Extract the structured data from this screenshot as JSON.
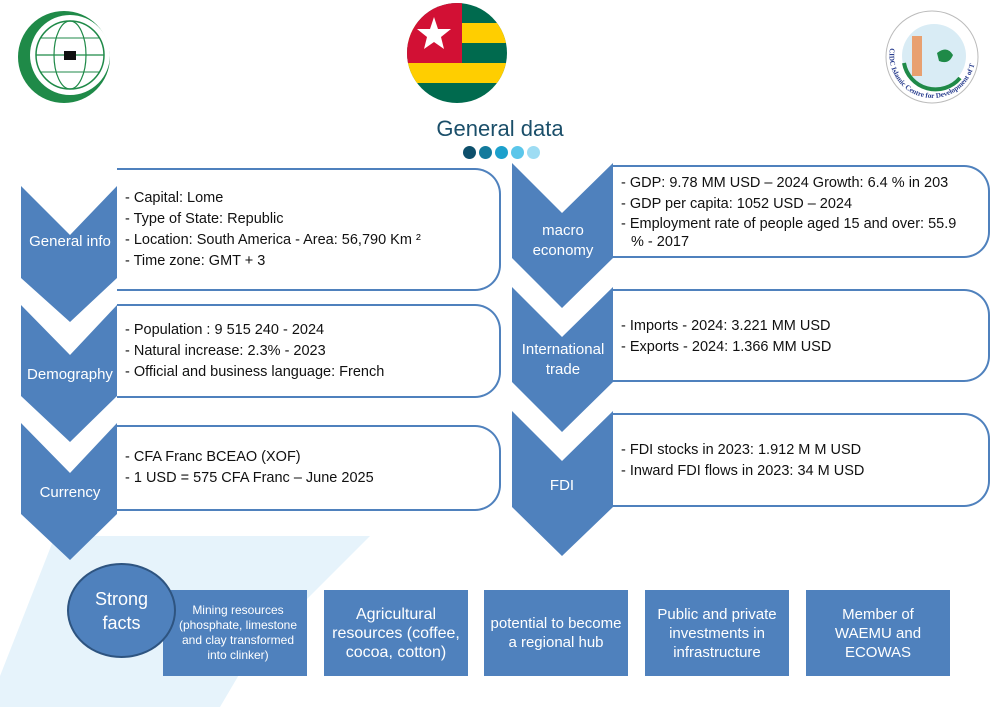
{
  "header": {
    "title": "General data",
    "flag": "togo-flag",
    "logos": [
      "oic-logo",
      "cidc-logo"
    ],
    "cidc_logo_text": "CIDC Islamic Centre for Development of Trade"
  },
  "colors": {
    "accent": "#4f81bd",
    "dots": [
      "#0d4f6b",
      "#137a9c",
      "#1ca0cc",
      "#5bc6ea",
      "#9ddcf3"
    ]
  },
  "left": [
    {
      "label": "General info",
      "lines": [
        "- Capital: Lome",
        "- Type of State: Republic",
        "- Location: South America - Area: 56,790 Km ²",
        "- Time zone: GMT + 3"
      ]
    },
    {
      "label": "Demography",
      "lines": [
        "- Population : 9 515 240 - 2024",
        "- Natural increase: 2.3% - 2023",
        "- Official and business language: French"
      ]
    },
    {
      "label": "Currency",
      "lines": [
        "- CFA Franc BCEAO (XOF)",
        "- 1 USD = 575 CFA Franc – June 2025"
      ]
    }
  ],
  "right": [
    {
      "label": "macro economy",
      "lines": [
        "- GDP: 9.78 MM USD – 2024 Growth: 6.4 % in 203",
        "- GDP per capita: 1052 USD – 2024",
        "- Employment rate of people aged 15 and over: 55.9",
        "% - 2017"
      ]
    },
    {
      "label": "International trade",
      "lines": [
        "- Imports - 2024: 3.221 MM USD",
        "- Exports - 2024: 1.366 MM USD"
      ]
    },
    {
      "label": "FDI",
      "lines": [
        "- FDI stocks in 2023: 1.912 M M USD",
        "- Inward FDI flows in 2023: 34 M USD"
      ]
    }
  ],
  "strong_facts": {
    "title": "Strong facts",
    "items": [
      "Mining resources (phosphate, limestone and clay transformed into clinker)",
      "Agricultural resources (coffee, cocoa, cotton)",
      "potential to become a regional hub",
      "Public and private investments in infrastructure",
      "Member of WAEMU and ECOWAS"
    ]
  }
}
